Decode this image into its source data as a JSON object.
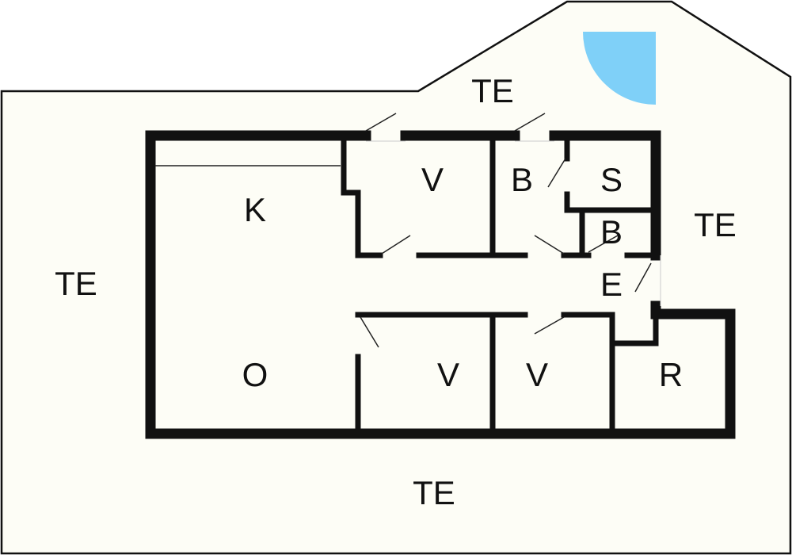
{
  "colors": {
    "background": "#fdfdf6",
    "wall": "#111111",
    "terrace_feature": "#7fd0f8"
  },
  "rooms": [
    {
      "id": "te-top",
      "label": "TE"
    },
    {
      "id": "te-right",
      "label": "TE"
    },
    {
      "id": "te-left",
      "label": "TE"
    },
    {
      "id": "te-bottom",
      "label": "TE"
    },
    {
      "id": "kitchen",
      "label": "K"
    },
    {
      "id": "bedroom-top",
      "label": "V"
    },
    {
      "id": "bath-1",
      "label": "B"
    },
    {
      "id": "sauna",
      "label": "S"
    },
    {
      "id": "bath-2",
      "label": "B"
    },
    {
      "id": "entry",
      "label": "E"
    },
    {
      "id": "living",
      "label": "O"
    },
    {
      "id": "bedroom-bottom-1",
      "label": "V"
    },
    {
      "id": "bedroom-bottom-2",
      "label": "V"
    },
    {
      "id": "storage",
      "label": "R"
    }
  ]
}
